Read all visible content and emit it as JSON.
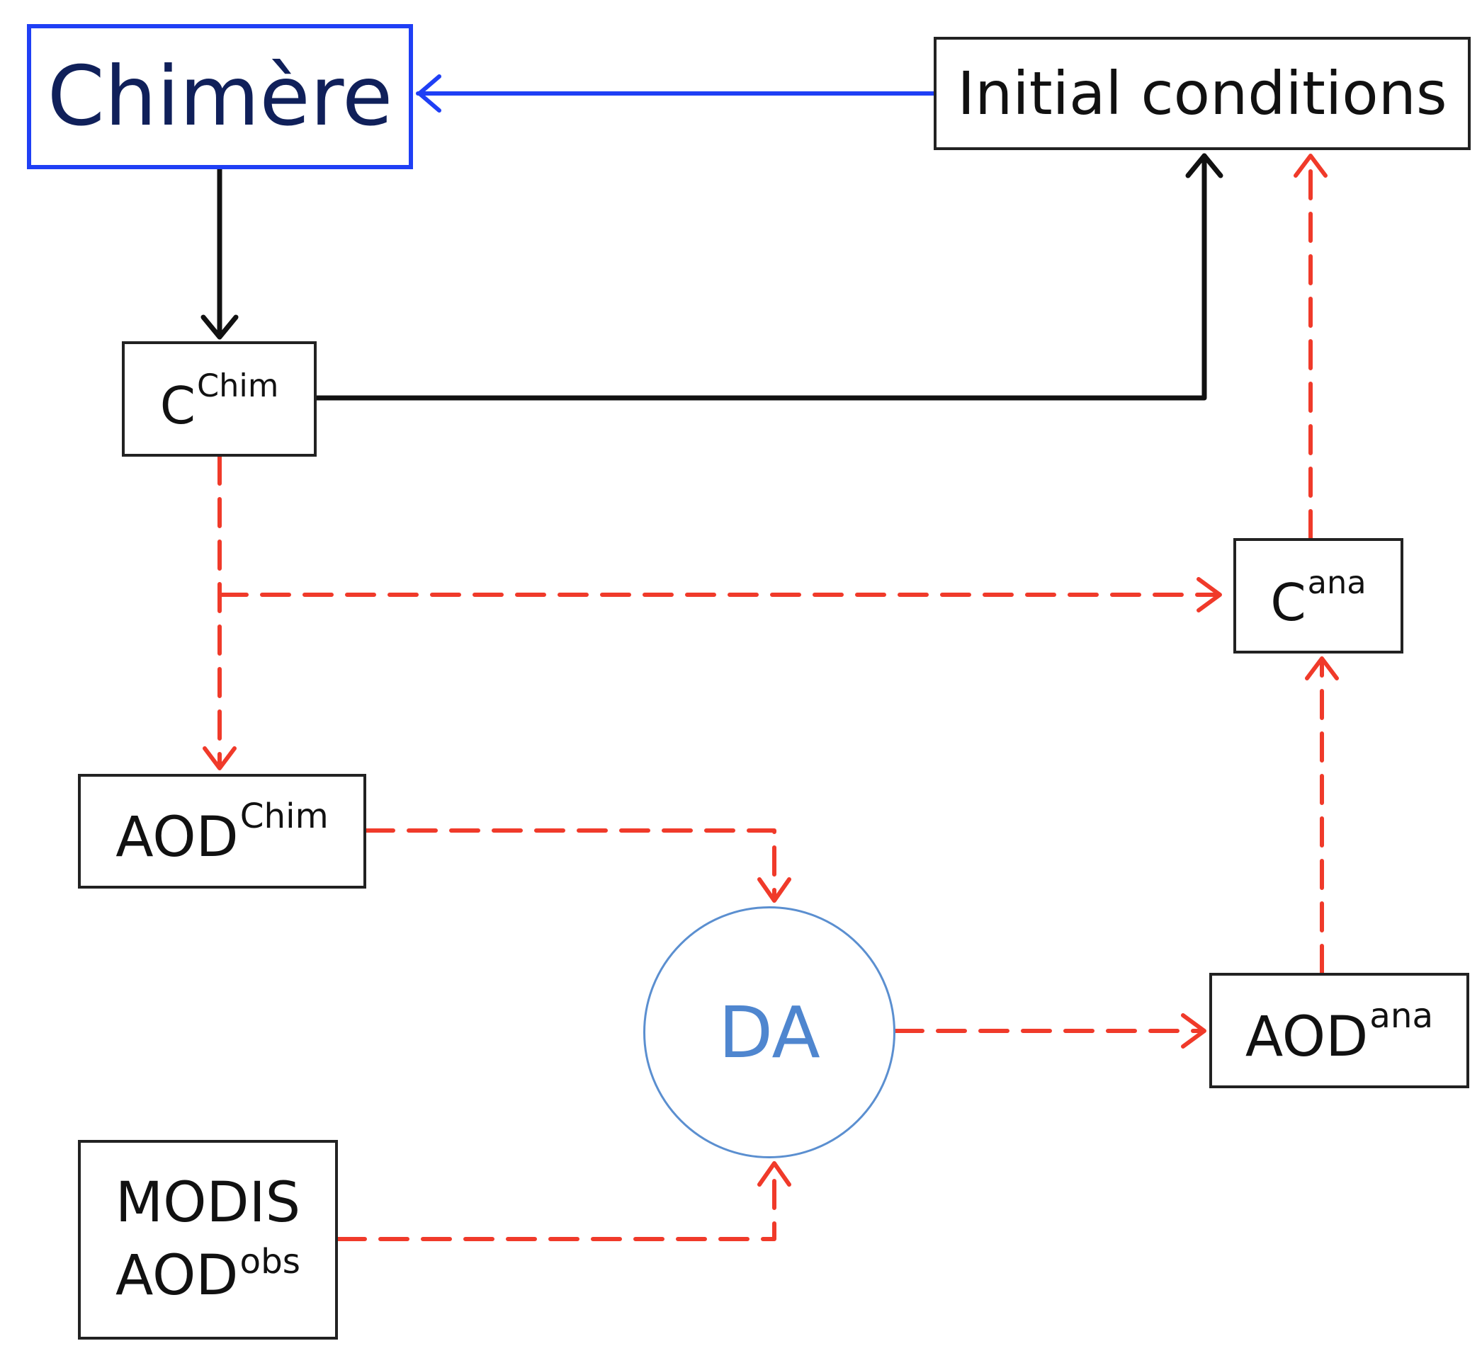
{
  "nodes": {
    "chimere": {
      "label": "Chimère"
    },
    "initial_conditions": {
      "label": "Initial conditions"
    },
    "c_chim": {
      "base": "C",
      "sup": "Chim"
    },
    "c_ana": {
      "base": "C",
      "sup": "ana"
    },
    "aod_chim": {
      "base": "AOD",
      "sup": "Chim"
    },
    "aod_ana": {
      "base": "AOD",
      "sup": "ana"
    },
    "modis": {
      "line1": "MODIS",
      "base": "AOD",
      "sup": "obs"
    },
    "da": {
      "label": "DA"
    }
  },
  "colors": {
    "model_arrow": "#1f3ff5",
    "solid_arrow": "#111111",
    "assimilation_arrow": "#f03a2a",
    "da_circle": "#5b8fd0"
  }
}
